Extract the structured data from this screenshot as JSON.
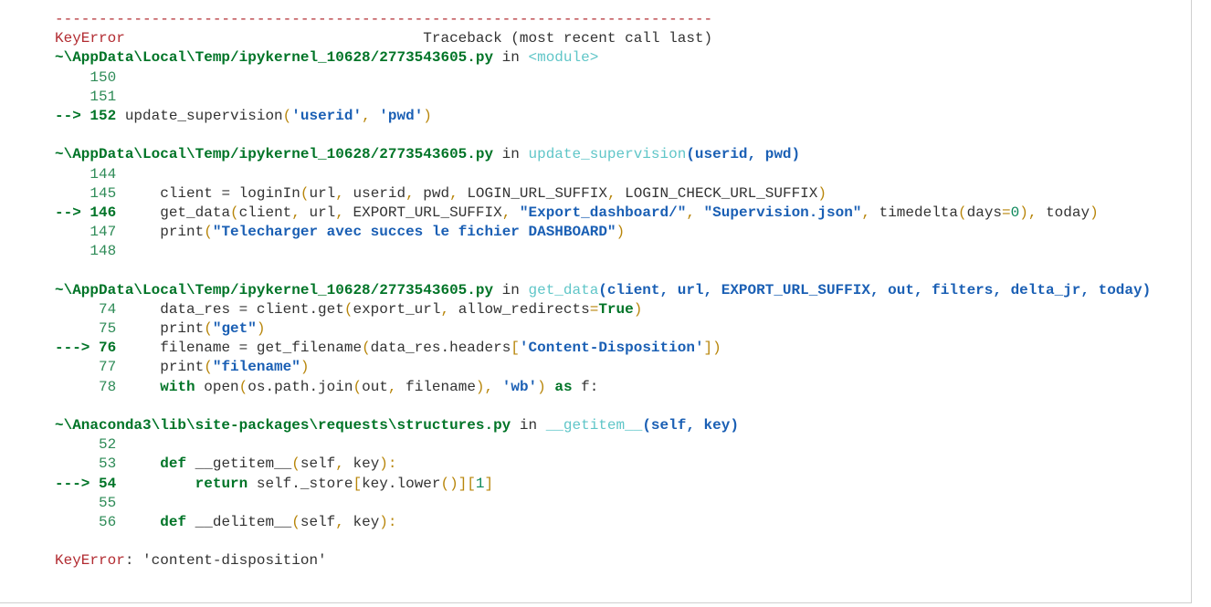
{
  "traceback": {
    "lines": [
      [
        [
          "---------------------------------------------------------------------------",
          "r"
        ]
      ],
      [
        [
          "KeyError",
          "r"
        ],
        [
          "                                  Traceback (most recent call last)",
          ""
        ]
      ],
      [
        [
          "~\\AppData\\Local\\Temp/ipykernel_10628/2773543605.py",
          "g"
        ],
        [
          " in ",
          ""
        ],
        [
          "<module>",
          "c"
        ]
      ],
      [
        [
          "    150",
          "n"
        ]
      ],
      [
        [
          "    151",
          "n"
        ]
      ],
      [
        [
          "--> 152",
          "a"
        ],
        [
          " update_supervision",
          ""
        ],
        [
          "(",
          "y"
        ],
        [
          "'userid'",
          "s"
        ],
        [
          ", ",
          "y"
        ],
        [
          "'pwd'",
          "s"
        ],
        [
          ")",
          "y"
        ]
      ],
      [],
      [
        [
          "~\\AppData\\Local\\Temp/ipykernel_10628/2773543605.py",
          "g"
        ],
        [
          " in ",
          ""
        ],
        [
          "update_supervision",
          "c"
        ],
        [
          "(userid, pwd)",
          "s"
        ]
      ],
      [
        [
          "    144",
          "n"
        ]
      ],
      [
        [
          "    145",
          "n"
        ],
        [
          "     client = loginIn",
          ""
        ],
        [
          "(",
          "y"
        ],
        [
          "url",
          ""
        ],
        [
          ", ",
          "y"
        ],
        [
          "userid",
          ""
        ],
        [
          ", ",
          "y"
        ],
        [
          "pwd",
          ""
        ],
        [
          ", ",
          "y"
        ],
        [
          "LOGIN_URL_SUFFIX",
          ""
        ],
        [
          ", ",
          "y"
        ],
        [
          "LOGIN_CHECK_URL_SUFFIX",
          ""
        ],
        [
          ")",
          "y"
        ]
      ],
      [
        [
          "--> 146",
          "a"
        ],
        [
          "     get_data",
          ""
        ],
        [
          "(",
          "y"
        ],
        [
          "client",
          ""
        ],
        [
          ", ",
          "y"
        ],
        [
          "url",
          ""
        ],
        [
          ", ",
          "y"
        ],
        [
          "EXPORT_URL_SUFFIX",
          ""
        ],
        [
          ", ",
          "y"
        ],
        [
          "\"Export_dashboard/\"",
          "s"
        ],
        [
          ", ",
          "y"
        ],
        [
          "\"Supervision.json\"",
          "s"
        ],
        [
          ", ",
          "y"
        ],
        [
          "timedelta",
          ""
        ],
        [
          "(",
          "y"
        ],
        [
          "days",
          ""
        ],
        [
          "=",
          "y"
        ],
        [
          "0",
          "num"
        ],
        [
          ")",
          "y"
        ],
        [
          ", ",
          "y"
        ],
        [
          "today",
          ""
        ],
        [
          ")",
          "y"
        ]
      ],
      [
        [
          "    147",
          "n"
        ],
        [
          "     print",
          ""
        ],
        [
          "(",
          "y"
        ],
        [
          "\"Telecharger avec succes le fichier DASHBOARD\"",
          "s"
        ],
        [
          ")",
          "y"
        ]
      ],
      [
        [
          "    148",
          "n"
        ]
      ],
      [],
      [
        [
          "~\\AppData\\Local\\Temp/ipykernel_10628/2773543605.py",
          "g"
        ],
        [
          " in ",
          ""
        ],
        [
          "get_data",
          "c"
        ],
        [
          "(client, url, EXPORT_URL_SUFFIX, out, filters, delta_jr, today)",
          "s"
        ]
      ],
      [
        [
          "     74",
          "n"
        ],
        [
          "     data_res = client.get",
          ""
        ],
        [
          "(",
          "y"
        ],
        [
          "export_url",
          ""
        ],
        [
          ", ",
          "y"
        ],
        [
          "allow_redirects",
          ""
        ],
        [
          "=",
          "y"
        ],
        [
          "True",
          "k"
        ],
        [
          ")",
          "y"
        ]
      ],
      [
        [
          "     75",
          "n"
        ],
        [
          "     print",
          ""
        ],
        [
          "(",
          "y"
        ],
        [
          "\"get\"",
          "s"
        ],
        [
          ")",
          "y"
        ]
      ],
      [
        [
          "---> 76",
          "a"
        ],
        [
          "     filename = get_filename",
          ""
        ],
        [
          "(",
          "y"
        ],
        [
          "data_res.headers",
          ""
        ],
        [
          "[",
          "y"
        ],
        [
          "'Content-Disposition'",
          "s"
        ],
        [
          "])",
          "y"
        ]
      ],
      [
        [
          "     77",
          "n"
        ],
        [
          "     print",
          ""
        ],
        [
          "(",
          "y"
        ],
        [
          "\"filename\"",
          "s"
        ],
        [
          ")",
          "y"
        ]
      ],
      [
        [
          "     78",
          "n"
        ],
        [
          "     ",
          ""
        ],
        [
          "with",
          "k"
        ],
        [
          " open",
          ""
        ],
        [
          "(",
          "y"
        ],
        [
          "os.path.join",
          ""
        ],
        [
          "(",
          "y"
        ],
        [
          "out",
          ""
        ],
        [
          ", ",
          "y"
        ],
        [
          "filename",
          ""
        ],
        [
          ")",
          "y"
        ],
        [
          ", ",
          "y"
        ],
        [
          "'wb'",
          "s"
        ],
        [
          ")",
          "y"
        ],
        [
          " ",
          ""
        ],
        [
          "as",
          "k"
        ],
        [
          " f:",
          ""
        ]
      ],
      [],
      [
        [
          "~\\Anaconda3\\lib\\site-packages\\requests\\structures.py",
          "g"
        ],
        [
          " in ",
          ""
        ],
        [
          "__getitem__",
          "c"
        ],
        [
          "(self, key)",
          "s"
        ]
      ],
      [
        [
          "     52",
          "n"
        ]
      ],
      [
        [
          "     53",
          "n"
        ],
        [
          "     ",
          ""
        ],
        [
          "def",
          "k"
        ],
        [
          " __getitem__",
          ""
        ],
        [
          "(",
          "y"
        ],
        [
          "self",
          ""
        ],
        [
          ", ",
          "y"
        ],
        [
          "key",
          ""
        ],
        [
          "):",
          "y"
        ]
      ],
      [
        [
          "---> 54",
          "a"
        ],
        [
          "         ",
          ""
        ],
        [
          "return",
          "k"
        ],
        [
          " self._store",
          ""
        ],
        [
          "[",
          "y"
        ],
        [
          "key.lower",
          ""
        ],
        [
          "()",
          "y"
        ],
        [
          "][",
          "y"
        ],
        [
          "1",
          "num"
        ],
        [
          "]",
          "y"
        ]
      ],
      [
        [
          "     55",
          "n"
        ]
      ],
      [
        [
          "     56",
          "n"
        ],
        [
          "     ",
          ""
        ],
        [
          "def",
          "k"
        ],
        [
          " __delitem__",
          ""
        ],
        [
          "(",
          "y"
        ],
        [
          "self",
          ""
        ],
        [
          ", ",
          "y"
        ],
        [
          "key",
          ""
        ],
        [
          "):",
          "y"
        ]
      ],
      [],
      [
        [
          "KeyError",
          "r"
        ],
        [
          ": 'content-disposition'",
          ""
        ]
      ]
    ]
  }
}
